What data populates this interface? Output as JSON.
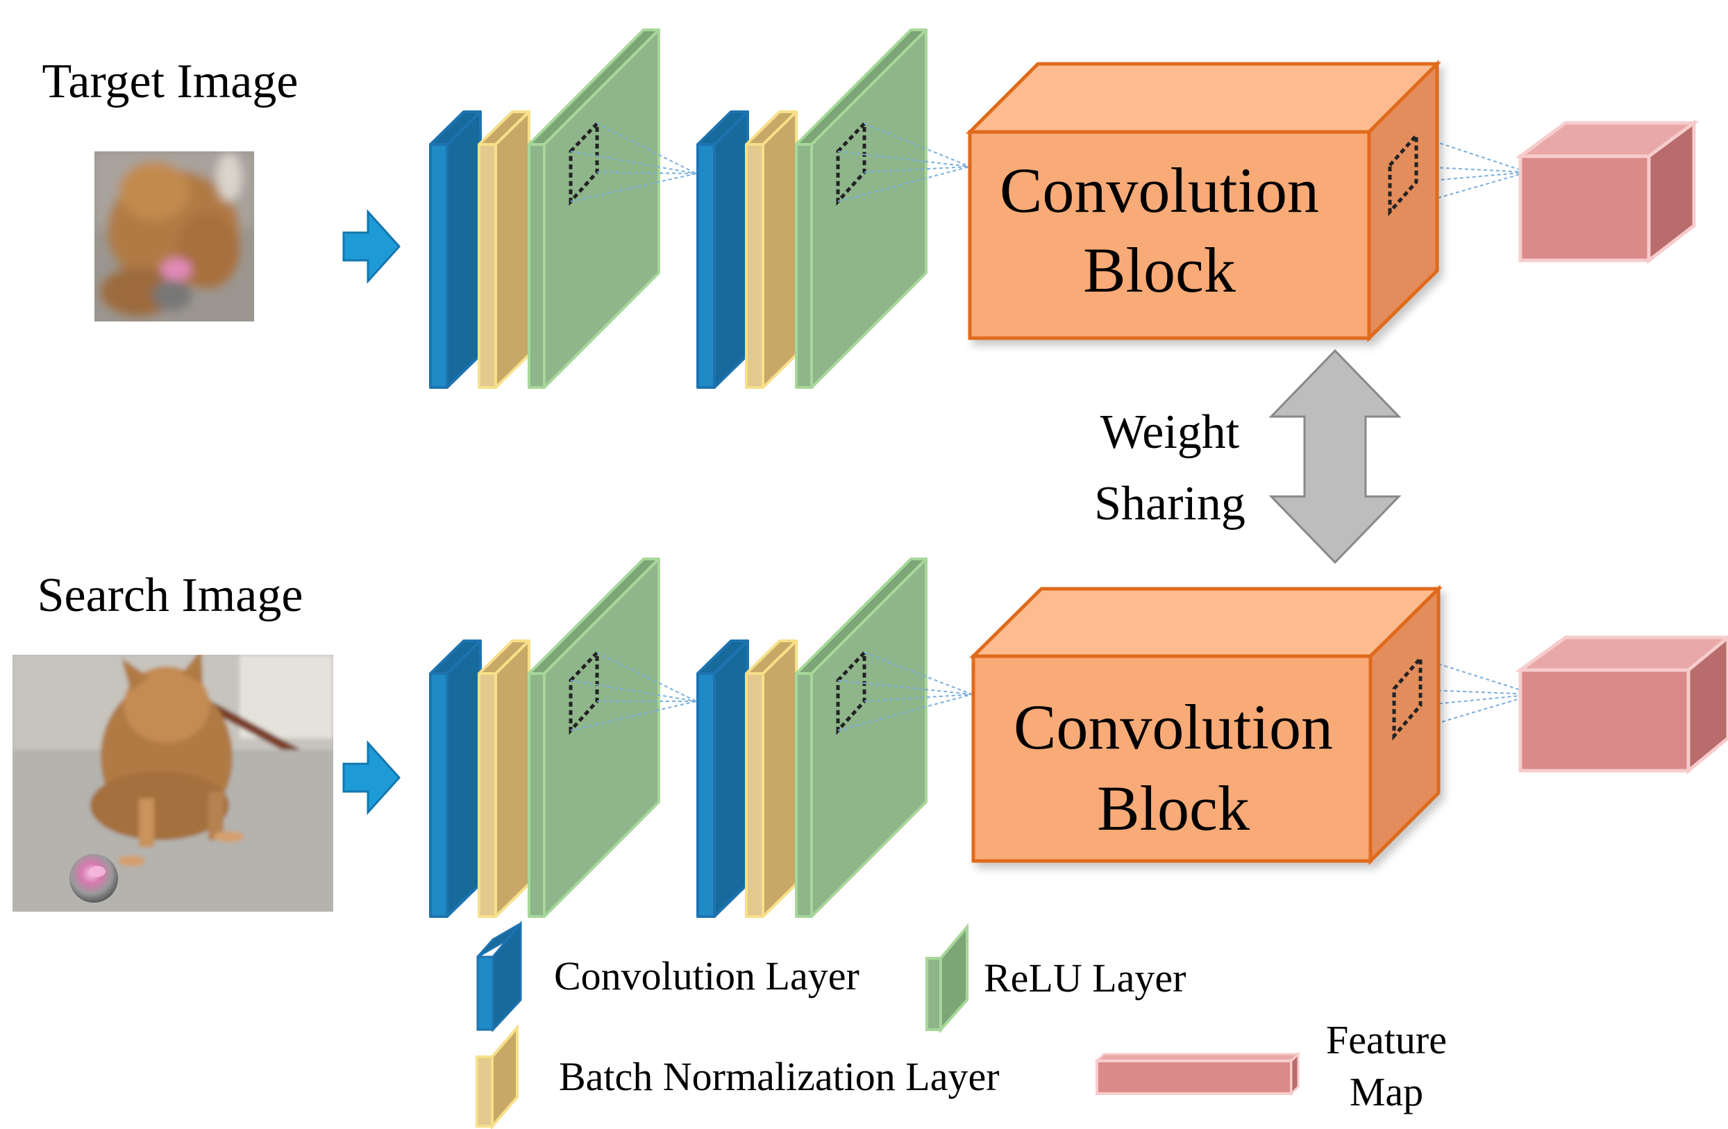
{
  "branches": {
    "target": {
      "label": "Target Image"
    },
    "search": {
      "label": "Search Image"
    }
  },
  "convolution_block": {
    "line1": "Convolution",
    "line2": "Block"
  },
  "weight_sharing": {
    "line1": "Weight",
    "line2": "Sharing"
  },
  "legend": {
    "conv": "Convolution Layer",
    "relu": "ReLU Layer",
    "bn": "Batch Normalization Layer",
    "feature_line1": "Feature",
    "feature_line2": "Map"
  },
  "colors": {
    "conv_front": "#1f8ac6",
    "conv_side": "#166a9c",
    "conv_edge": "#1e73b0",
    "bn_front": "#e3c98e",
    "bn_side": "#c8a866",
    "bn_edge": "#f6e08a",
    "relu_front": "#8fb58a",
    "relu_side": "#7ca676",
    "relu_edge": "#a7d79a",
    "block_front": "#f8aa77",
    "block_top": "#fcbc90",
    "block_side": "#e38c5c",
    "block_edge": "#e06a1c",
    "feature_front": "#db8a8a",
    "feature_top": "#e9a8a8",
    "feature_side": "#b86c6c",
    "feature_edge": "#f7cccc",
    "arrow_blue": "#1e9bd7",
    "arrow_gray": "#bdbdbd",
    "receptive_lines": "#7aaedc"
  }
}
